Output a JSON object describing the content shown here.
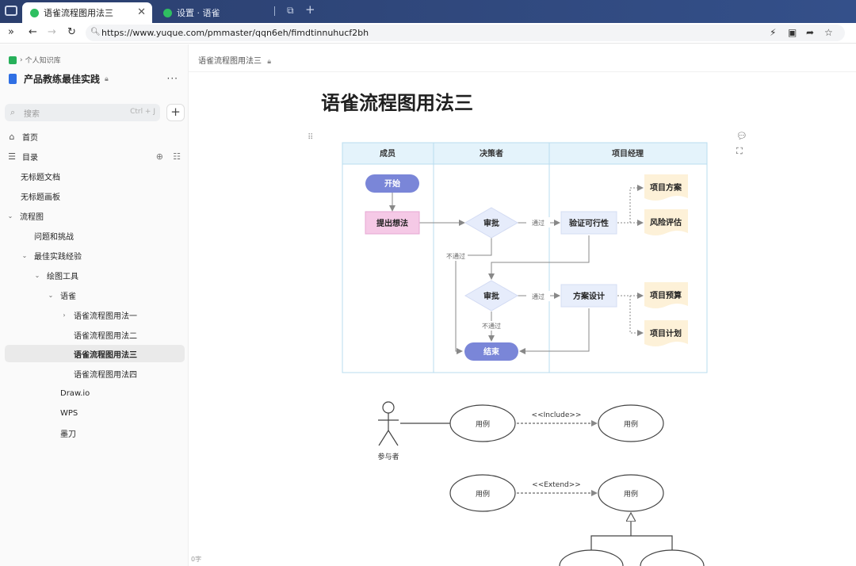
{
  "browser": {
    "tab_active_title": "语雀流程图用法三",
    "tab_inactive_title": "设置 · 语雀",
    "url": "https://www.yuque.com/pmmaster/qqn6eh/fimdtinnuhucf2bh"
  },
  "sidebar": {
    "breadcrumb": "个人知识库",
    "book_title": "产品教练最佳实践",
    "search_placeholder": "搜索",
    "search_shortcut": "Ctrl + J",
    "home_label": "首页",
    "toc_label": "目录",
    "items": [
      {
        "label": "无标题文档"
      },
      {
        "label": "无标题画板"
      },
      {
        "label": "流程图"
      },
      {
        "label": "问题和挑战"
      },
      {
        "label": "最佳实践经验"
      },
      {
        "label": "绘图工具"
      },
      {
        "label": "语雀"
      },
      {
        "label": "语雀流程图用法一"
      },
      {
        "label": "语雀流程图用法二"
      },
      {
        "label": "语雀流程图用法三"
      },
      {
        "label": "语雀流程图用法四"
      },
      {
        "label": "Draw.io"
      },
      {
        "label": "WPS"
      },
      {
        "label": "墨刀"
      }
    ],
    "word_count": "0字"
  },
  "doc": {
    "breadcrumb_title": "语雀流程图用法三",
    "title": "语雀流程图用法三"
  },
  "flowchart": {
    "lanes": [
      "成员",
      "决策者",
      "项目经理"
    ],
    "start": "开始",
    "idea": "提出想法",
    "approve1": "审批",
    "pass1": "通过",
    "fail1": "不通过",
    "verify": "验证可行性",
    "plan": "项目方案",
    "risk": "风险评估",
    "approve2": "审批",
    "pass2": "通过",
    "fail2": "不通过",
    "design": "方案设计",
    "budget": "项目预算",
    "schedule": "项目计划",
    "end": "结束"
  },
  "usecase": {
    "actor": "参与者",
    "usecase_label": "用例",
    "include": "<<Include>>",
    "extend": "<<Extend>>"
  },
  "colors": {
    "lane_header": "#e4f3fb",
    "lane_border": "#b9dcef",
    "terminal": "#7a86d8",
    "idea_fill": "#f5c9e6",
    "decision_fill": "#e6ecfb",
    "process_fill": "#e8eefb",
    "doc_fill": "#fdf1d8"
  }
}
